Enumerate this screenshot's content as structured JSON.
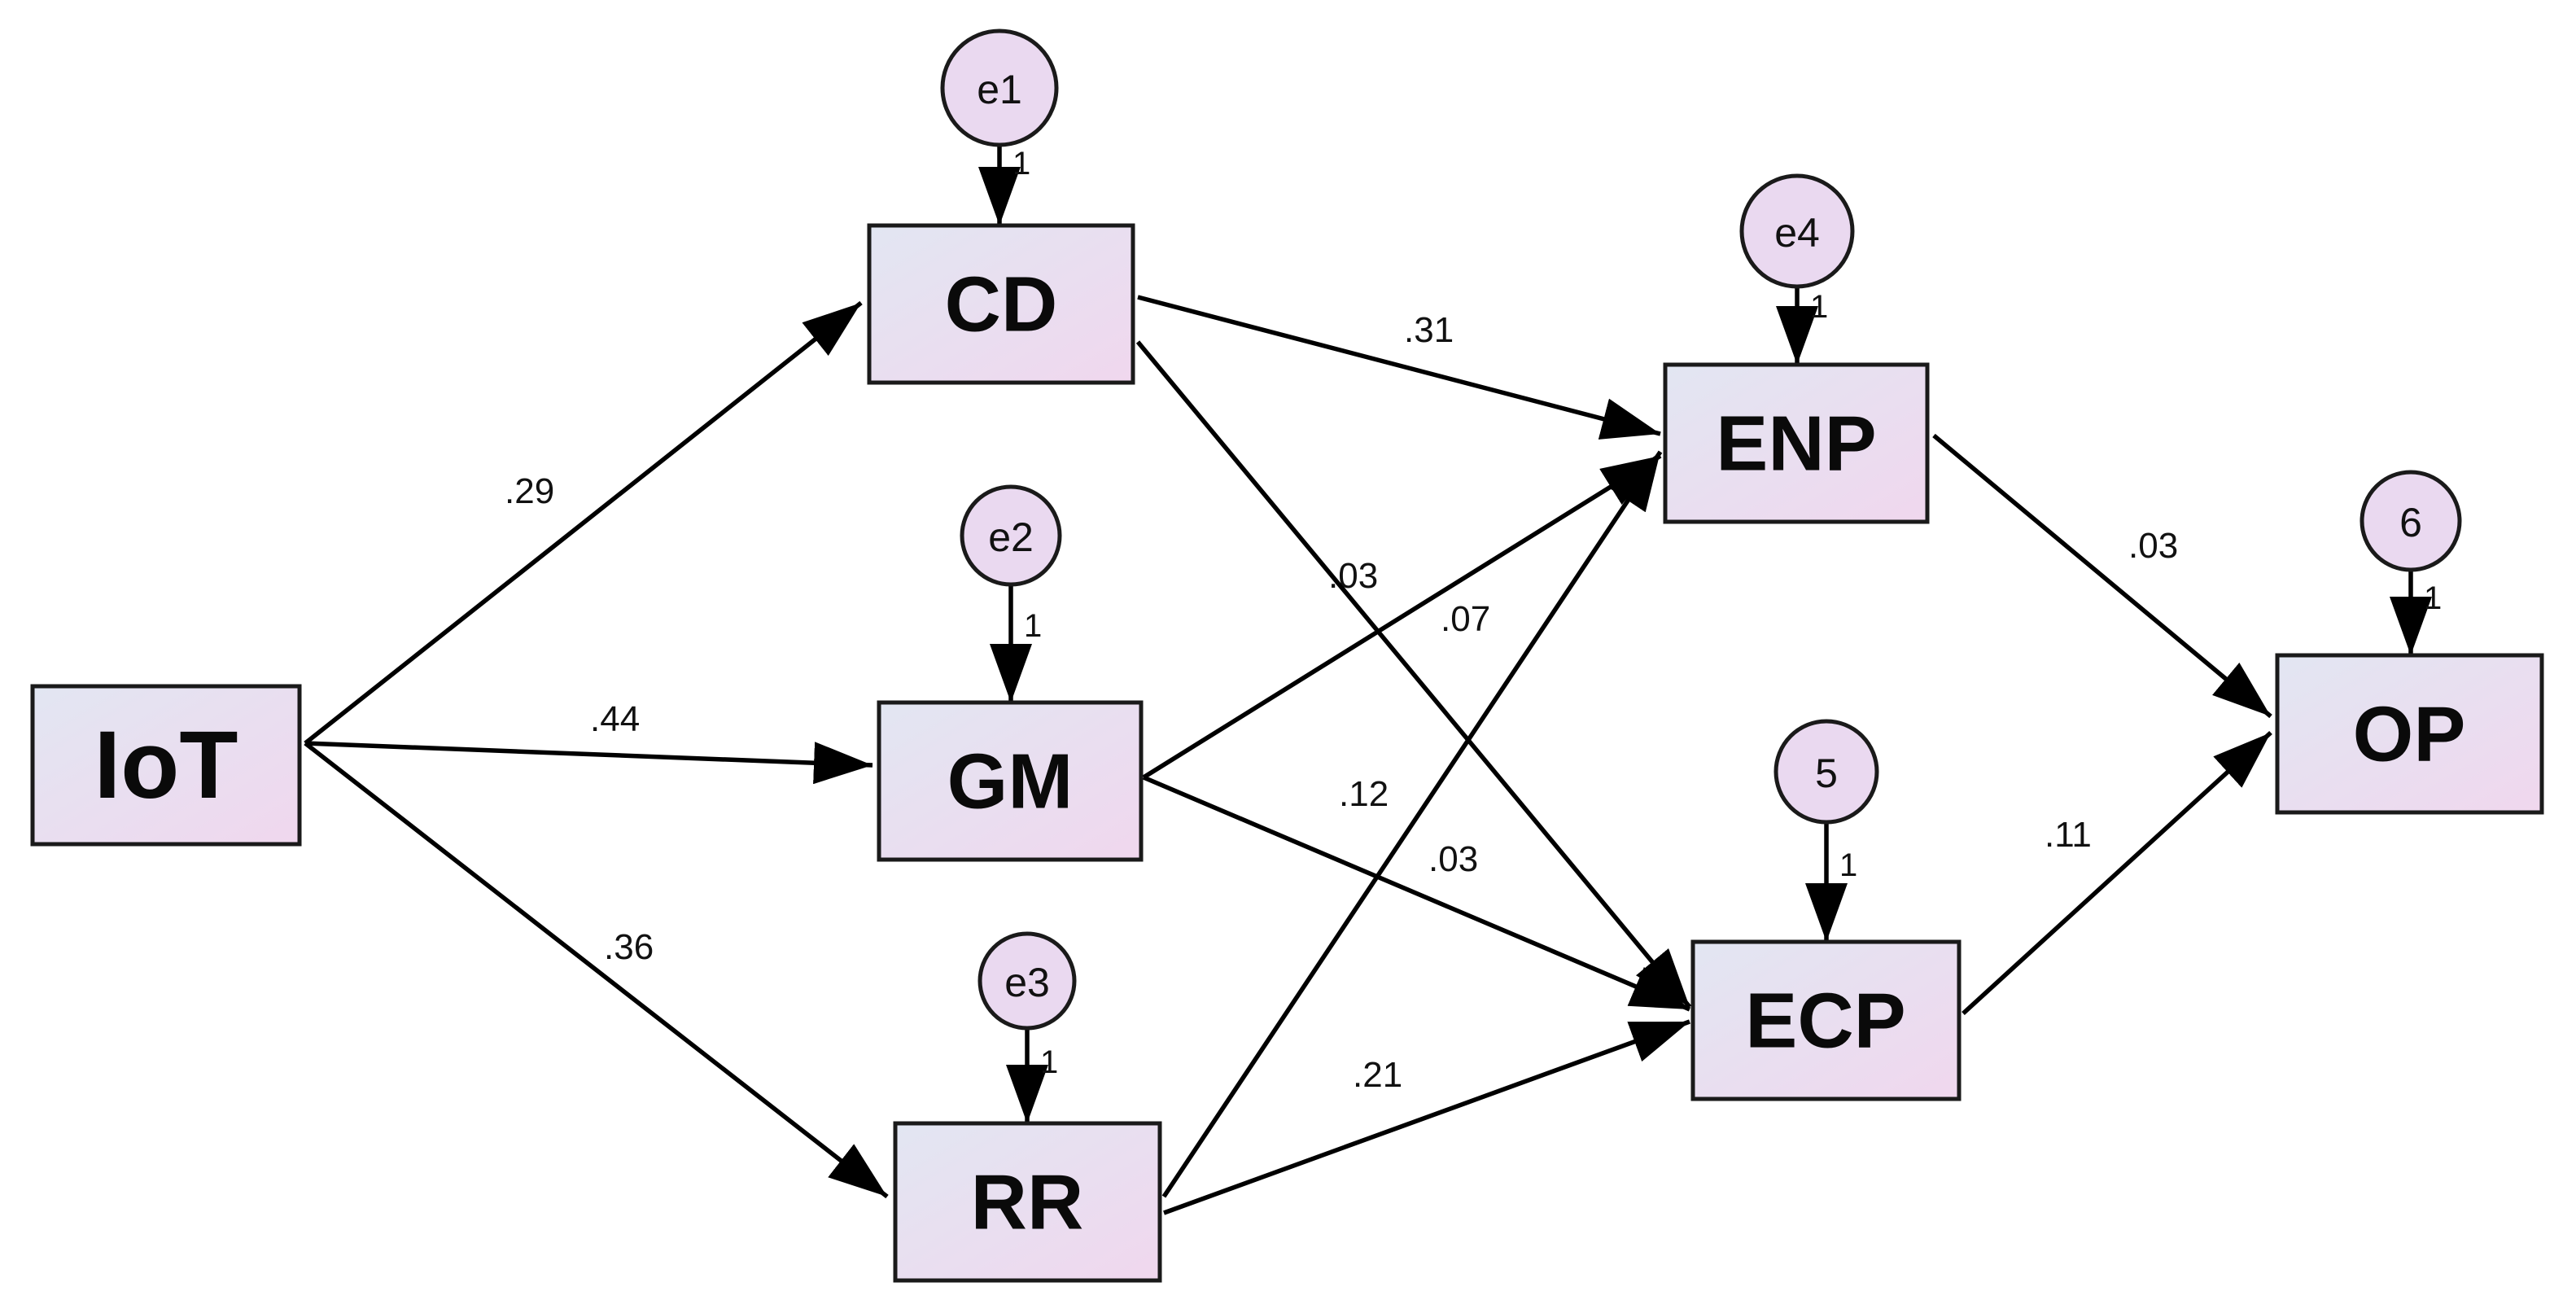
{
  "colors": {
    "box_fill_top": "#e2e6f2",
    "box_fill_bottom": "#f0d7ee",
    "circle_fill": "#ead9f0",
    "stroke": "#1a1a1a"
  },
  "nodes": {
    "IoT": {
      "label": "IoT"
    },
    "CD": {
      "label": "CD"
    },
    "GM": {
      "label": "GM"
    },
    "RR": {
      "label": "RR"
    },
    "ENP": {
      "label": "ENP"
    },
    "ECP": {
      "label": "ECP"
    },
    "OP": {
      "label": "OP"
    }
  },
  "error_terms": {
    "e1": {
      "label": "e1",
      "weight": "1"
    },
    "e2": {
      "label": "e2",
      "weight": "1"
    },
    "e3": {
      "label": "e3",
      "weight": "1"
    },
    "e4": {
      "label": "e4",
      "weight": "1"
    },
    "e5": {
      "label": "5",
      "weight": "1"
    },
    "e6": {
      "label": "6",
      "weight": "1"
    }
  },
  "paths": {
    "IoT_CD": {
      "coef": ".29"
    },
    "IoT_GM": {
      "coef": ".44"
    },
    "IoT_RR": {
      "coef": ".36"
    },
    "CD_ENP": {
      "coef": ".31"
    },
    "CD_ECP": {
      "coef": ".03"
    },
    "GM_ENP": {
      "coef": ".07"
    },
    "GM_ECP": {
      "coef": ".03"
    },
    "RR_ENP": {
      "coef": ".12"
    },
    "RR_ECP": {
      "coef": ".21"
    },
    "ENP_OP": {
      "coef": ".03"
    },
    "ECP_OP": {
      "coef": ".11"
    }
  }
}
